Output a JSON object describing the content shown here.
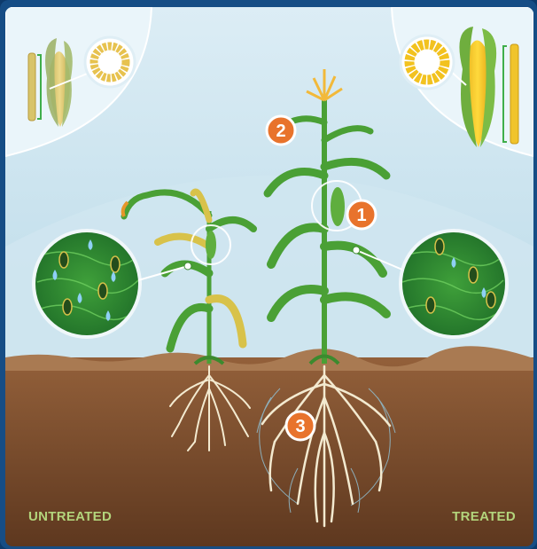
{
  "labels": {
    "untreated": "UNTREATED",
    "treated": "TREATED"
  },
  "callouts": [
    {
      "number": "1"
    },
    {
      "number": "2"
    },
    {
      "number": "3"
    }
  ],
  "colors": {
    "sky_top": "#d9ecf4",
    "sky_bottom": "#c6e0ec",
    "dome": "#e8f3f8",
    "soil": "#8a5a36",
    "soil_dark": "#6d4327",
    "badge": "#e8732c",
    "label": "#b3d57c",
    "leaf": "#4aa035",
    "leaf_yellow": "#d8c24a",
    "root": "#f4ecd0"
  },
  "icons": [
    "corn-ear-icon",
    "kernel-ring-icon",
    "leaf-closeup-icon",
    "water-drop-icon"
  ]
}
